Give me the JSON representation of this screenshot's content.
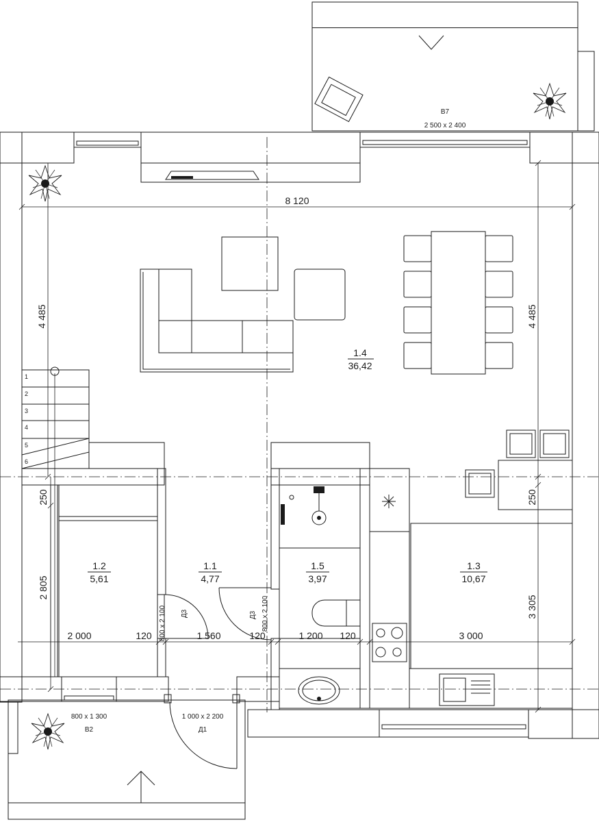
{
  "rooms": [
    {
      "id": "1.1",
      "area": "4,77"
    },
    {
      "id": "1.2",
      "area": "5,61"
    },
    {
      "id": "1.3",
      "area": "10,67"
    },
    {
      "id": "1.4",
      "area": "36,42"
    },
    {
      "id": "1.5",
      "area": "3,97"
    }
  ],
  "openings": {
    "window_b7": {
      "code": "В7",
      "size": "2 500 x 2 400"
    },
    "window_b2": {
      "code": "В2",
      "size": "800 x 1 300"
    },
    "door_d1": {
      "code": "Д1",
      "size": "1 000 x 2 200"
    },
    "door_d3_left": {
      "code": "Д3",
      "size": "800 x 2 100"
    },
    "door_d3_right": {
      "code": "Д3",
      "size": "800 x 2 100"
    }
  },
  "dimensions": {
    "top_width": "8 120",
    "left_height": "4 485",
    "right_height": "4 485",
    "left_250": "250",
    "left_2805": "2 805",
    "right_250": "250",
    "right_3305": "3 305",
    "row": [
      "2 000",
      "120",
      "1 560",
      "120",
      "1 200",
      "120",
      "3 000"
    ]
  },
  "stair_marks": [
    "1",
    "2",
    "3",
    "4",
    "5",
    "6"
  ]
}
